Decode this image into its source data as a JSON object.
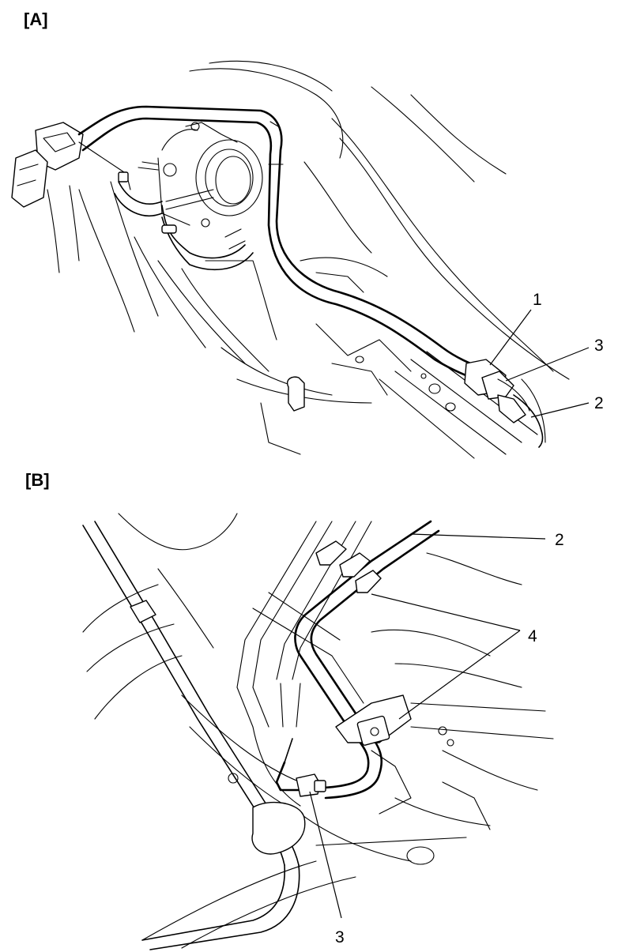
{
  "panels": [
    {
      "title": "[A]",
      "callouts": [
        "1",
        "3",
        "2"
      ]
    },
    {
      "title": "[B]",
      "callouts": [
        "2",
        "4",
        "3"
      ]
    }
  ]
}
